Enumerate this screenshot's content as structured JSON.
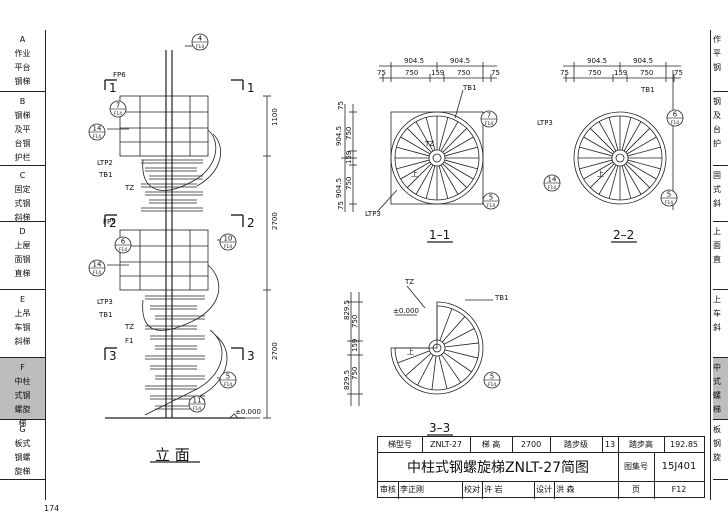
{
  "sidebar_left": [
    {
      "code": "A",
      "lines": [
        "作业",
        "平台",
        "钢梯"
      ],
      "active": false
    },
    {
      "code": "B",
      "lines": [
        "钢梯",
        "及平",
        "台钢",
        "护栏"
      ],
      "active": false
    },
    {
      "code": "C",
      "lines": [
        "固定",
        "式钢",
        "斜梯"
      ],
      "active": false
    },
    {
      "code": "D",
      "lines": [
        "上屋",
        "面钢",
        "直梯"
      ],
      "active": false
    },
    {
      "code": "E",
      "lines": [
        "上吊",
        "车钢",
        "斜梯"
      ],
      "active": false
    },
    {
      "code": "F",
      "lines": [
        "中柱",
        "式钢",
        "螺旋",
        "梯"
      ],
      "active": true
    },
    {
      "code": "G",
      "lines": [
        "板式",
        "钢螺",
        "旋梯"
      ],
      "active": false
    }
  ],
  "sidebar_right": [
    {
      "lines": [
        "作",
        "平",
        "钢"
      ]
    },
    {
      "lines": [
        "钢",
        "及",
        "台",
        "护"
      ]
    },
    {
      "lines": [
        "固",
        "式",
        "斜"
      ]
    },
    {
      "lines": [
        "上",
        "面",
        "直"
      ]
    },
    {
      "lines": [
        "上",
        "车",
        "斜"
      ]
    },
    {
      "lines": [
        "中",
        "式",
        "螺",
        "梯"
      ],
      "active": true
    },
    {
      "lines": [
        "板",
        "钢",
        "旋"
      ]
    }
  ],
  "elevation": {
    "title": "立 面",
    "section_marks": {
      "s1": "1",
      "s2": "2",
      "s3": "3"
    },
    "dims": {
      "top": "1100",
      "mid": "2700",
      "bot": "2700"
    },
    "labels": {
      "fp6": "FP6",
      "fp5": "FP5",
      "ltp2": "LTP2",
      "ltp3": "LTP3",
      "tb1a": "TB1",
      "tb1b": "TB1",
      "tz1": "TZ",
      "tz2": "TZ",
      "f1": "F1",
      "zero": "±0.000"
    },
    "callouts": [
      {
        "num": "4",
        "ref": "F14"
      },
      {
        "num": "7",
        "ref": "F14"
      },
      {
        "num": "14",
        "ref": "F14"
      },
      {
        "num": "6",
        "ref": "F14"
      },
      {
        "num": "10",
        "ref": "F14"
      },
      {
        "num": "14",
        "ref": "F14"
      },
      {
        "num": "5",
        "ref": "F14"
      },
      {
        "num": "11",
        "ref": "F14"
      }
    ]
  },
  "plan_1_1": {
    "title": "1–1",
    "top_dims": {
      "a": "904.5",
      "b": "904.5",
      "c": "75",
      "d": "750",
      "e": "159",
      "f": "750",
      "g": "75"
    },
    "side_dims": {
      "a": "75",
      "b": "750",
      "c": "904.5",
      "d": "159",
      "e": "750",
      "f": "904.5",
      "g": "75"
    },
    "labels": {
      "tb1": "TB1",
      "tz": "TZ",
      "up": "上",
      "ltp3": "LTP3"
    },
    "callouts": [
      {
        "num": "7",
        "ref": "F14"
      },
      {
        "num": "5",
        "ref": "F14"
      }
    ]
  },
  "plan_2_2": {
    "title": "2–2",
    "top_dims": {
      "a": "904.5",
      "b": "904.5",
      "c": "75",
      "d": "750",
      "e": "159",
      "f": "750",
      "g": "75"
    },
    "labels": {
      "tb1": "TB1",
      "ltp3": "LTP3",
      "up": "上"
    },
    "callouts": [
      {
        "num": "6",
        "ref": "F14"
      },
      {
        "num": "14",
        "ref": "F14"
      },
      {
        "num": "5",
        "ref": "F14"
      }
    ]
  },
  "plan_3_3": {
    "title": "3–3",
    "side_dims": {
      "a": "829.5",
      "b": "750",
      "c": "159",
      "d": "750",
      "e": "829.5"
    },
    "labels": {
      "tz": "TZ",
      "tb1": "TB1",
      "zero": "±0.000",
      "up": "上"
    },
    "callouts": [
      {
        "num": "5",
        "ref": "F14"
      }
    ]
  },
  "title_block": {
    "type_label": "梯型号",
    "type_value": "ZNLT-27",
    "height_label": "梯  高",
    "height_value": "2700",
    "steps_label": "踏步级",
    "steps_value": "13",
    "rise_label": "踏步高",
    "rise_value": "192.85",
    "drawing_title": "中柱式钢螺旋梯ZNLT-27简图",
    "atlas_label": "图集号",
    "atlas_value": "15J401",
    "review_label": "审核",
    "review_name": "李正刚",
    "check_label": "校对",
    "check_name": "许  岩",
    "design_label": "设计",
    "design_name": "洪  森",
    "page_label": "页",
    "page_value": "F12"
  },
  "page_number": "174"
}
